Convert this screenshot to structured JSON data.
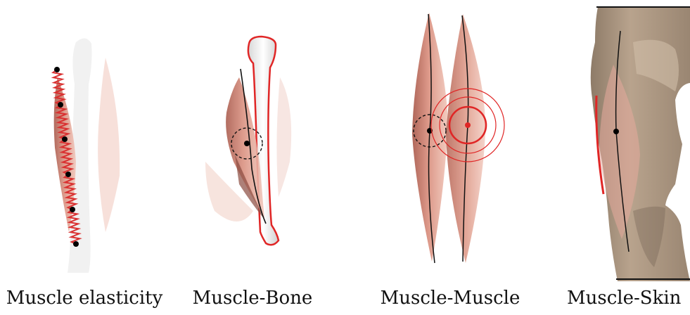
{
  "panels": [
    {
      "id": "elasticity",
      "caption": "Muscle elasticity"
    },
    {
      "id": "bone",
      "caption": "Muscle-Bone"
    },
    {
      "id": "muscle",
      "caption": "Muscle-Muscle"
    },
    {
      "id": "skin",
      "caption": "Muscle-Skin"
    }
  ],
  "colors": {
    "muscle_fill": "#d98f7e",
    "muscle_dark": "#a8594b",
    "ghost": "#f4dcd6",
    "constraint_red": "#e02626",
    "spring_red": "#d93030",
    "skin_fill": "#b09a84",
    "skin_dark": "#7c6b59",
    "point": "#000000"
  }
}
